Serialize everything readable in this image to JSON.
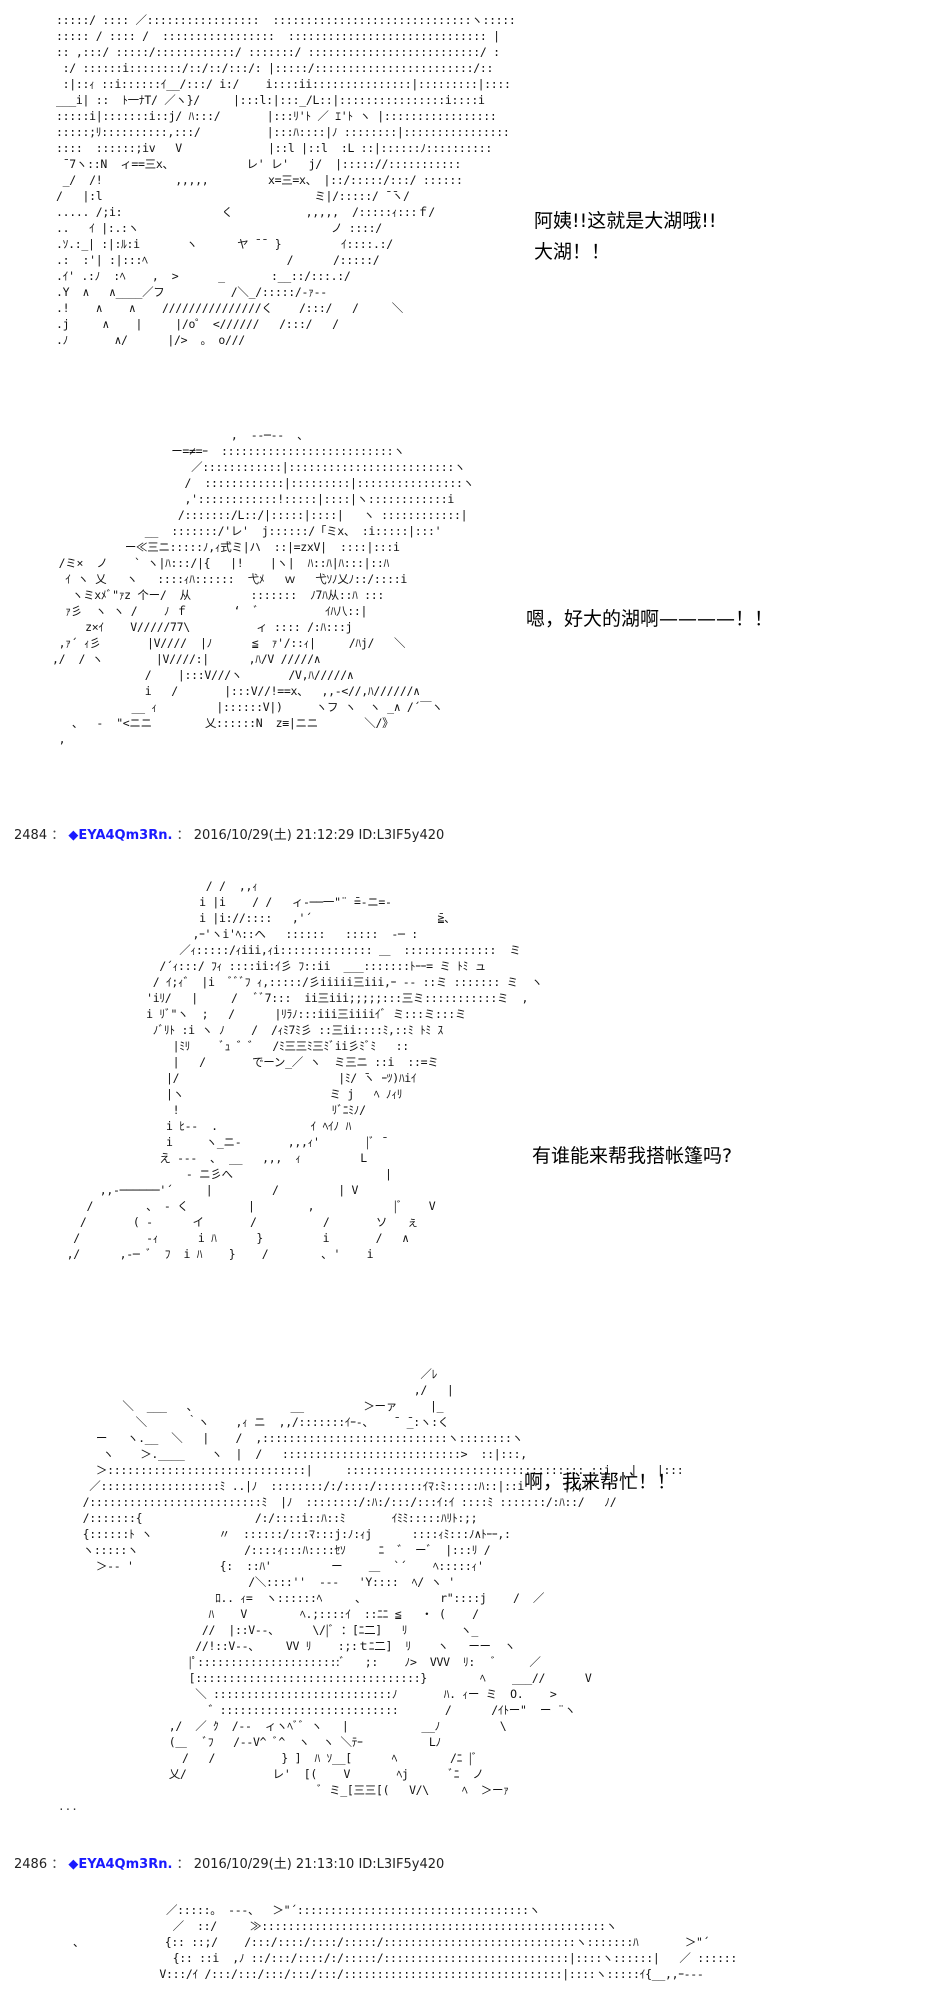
{
  "panels": [
    {
      "id": "panel-1",
      "dialog": "阿姨!!这就是大湖哦!!\n大湖！！"
    },
    {
      "id": "panel-2",
      "dialog": "嗯，好大的湖啊————！！"
    },
    {
      "id": "panel-3",
      "dialog": "有谁能来帮我搭帐篷吗?"
    },
    {
      "id": "panel-4",
      "dialog": "啊，我来帮忙！！"
    }
  ],
  "posts": [
    {
      "number": "2484",
      "name_mark": "◆",
      "trip": "EYA4Qm3Rn.",
      "datetime": "2016/10/29(土) 21:12:29",
      "id": "ID:L3IF5y420"
    },
    {
      "number": "2486",
      "name_mark": "◆",
      "trip": "EYA4Qm3Rn.",
      "datetime": "2016/10/29(土) 21:13:10",
      "id": "ID:L3IF5y420"
    }
  ],
  "separators": {
    "colon": "：",
    "trailing_dots": "..."
  },
  "colors": {
    "trip": "#1a1aff",
    "background": "#ffffff"
  }
}
